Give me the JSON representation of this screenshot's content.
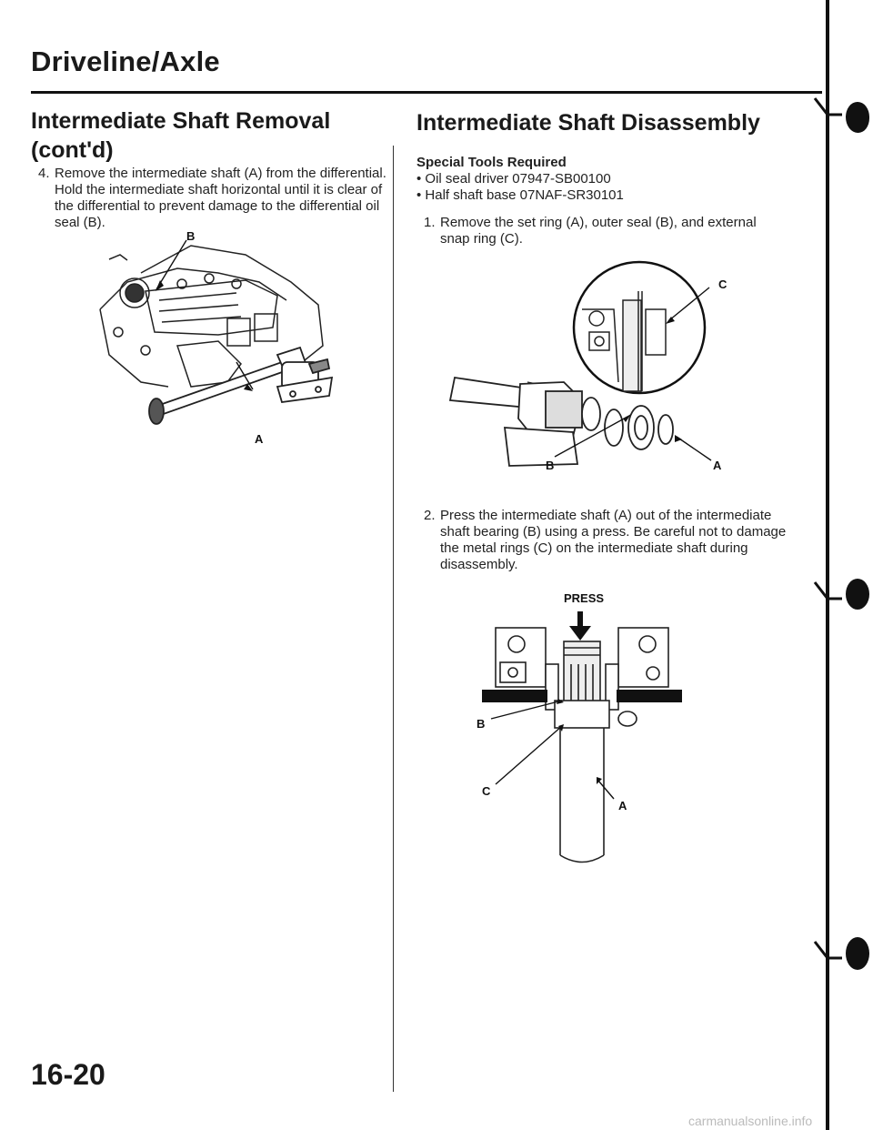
{
  "header": {
    "section_title": "Driveline/Axle"
  },
  "left": {
    "heading_line1": "Intermediate Shaft Removal",
    "heading_line2": "(cont'd)",
    "step4_number": "4.",
    "step4_text": "Remove the intermediate shaft (A) from the differential. Hold the intermediate shaft horizontal until it is clear of the differential to prevent damage to the differential oil seal (B).",
    "figure_labels": {
      "b": "B",
      "a": "A"
    }
  },
  "right": {
    "heading": "Intermediate Shaft Disassembly",
    "tools_heading": "Special Tools Required",
    "tools": [
      "• Oil seal driver 07947-SB00100",
      "• Half shaft base 07NAF-SR30101"
    ],
    "step1_number": "1.",
    "step1_text": "Remove the set ring (A), outer seal (B), and external snap ring (C).",
    "figure1_labels": {
      "c": "C",
      "b": "B",
      "a": "A"
    },
    "step2_number": "2.",
    "step2_text": "Press the intermediate shaft (A) out of the intermediate shaft bearing (B) using a press. Be careful not to damage the metal rings (C) on the intermediate shaft during disassembly.",
    "figure2_labels": {
      "press": "PRESS",
      "b": "B",
      "c": "C",
      "a": "A"
    }
  },
  "footer": {
    "page_number": "16-20",
    "watermark": "carmanualsonline.info"
  }
}
